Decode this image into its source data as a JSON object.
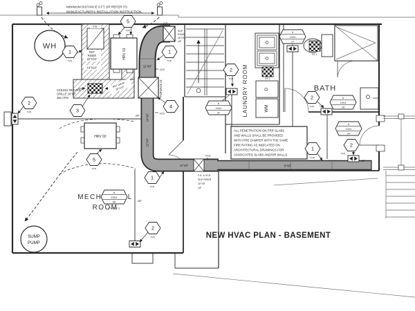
{
  "drawing": {
    "title": "NEW HVAC PLAN - BASEMENT",
    "top_note_line1": "MINIMUM DISTANCE 6 FT OR REFER TO",
    "top_note_line2": "MANUFACTURER'S INSTALLATION INSTRUCTION."
  },
  "rooms": {
    "water_heater": "WH",
    "mechanical_line1": "MECHANICAL",
    "mechanical_line2": "ROOM",
    "sump_line1": "SUMP",
    "sump_line2": "PUMP",
    "laundry": "LAUNDRY ROOM",
    "bath": "BATH"
  },
  "equipment": {
    "hrv01": "HRV 01",
    "hrv02": "HRV 02",
    "furnace": "FURNACE 01",
    "ef1_laundry": "EF-1",
    "ef1_bath": "EF-1",
    "dryer": "D",
    "washer": "WM"
  },
  "notes_box": {
    "line1": "ALL PENETRATION ON FRR SLABS",
    "line2": "AND WALLS SHALL BE PROVIDED",
    "line3": "WITH FIRE DAMPER  WITH THE SAME",
    "line4": "FIRE RATING AS INDICATED ON",
    "line5": "ARCHITECTURAL DRAWINGS FOR",
    "line6": "ASSOCIATED SLABS AND/OR WALLS."
  },
  "annotations": {
    "grille_line1": "CEILING RETURN",
    "grille_line2": "GRILLE 16\"X8\"",
    "grille_line3": "394 CFM",
    "ret_riser_line1": "RET",
    "ret_riser_line2": "RISER",
    "ret_riser_line3": "22\"X10\"",
    "ret_riser_line4": "14\"X10\"",
    "ret_drop_line1": "RET DROP",
    "ret_drop_line2": "20\"X10\"",
    "sup_riser_top_line1": "SUP",
    "sup_riser_top_line2": "RISER",
    "sup_riser_top_line3": "16\"X12\"",
    "sup_riser_top_line4": "UP",
    "sup_riser_mid_line1": "F.D. & VCD",
    "sup_riser_mid_line2": "SUP RISER",
    "sup_riser_mid_line3": "10\"X8\"",
    "sup_riser_mid_line4": "UP",
    "lw": "L/W"
  },
  "duct_labels": {
    "d22x8": "22\"X8\"",
    "d14x8": "14\"X8\"",
    "d12x8_vert": "12\"X8\"",
    "d12x8_horiz": "12\"X8\"",
    "d8x8": "8\"X8\"",
    "dia6_left": "Ø6\"",
    "dia6_mech": "Ø6\"",
    "dia6_east": "Ø6\""
  },
  "damper_labels": {
    "fd_chimney": "F.D.",
    "fd_top": "F.D.",
    "vcd_top": "VCD",
    "vcd_mid": "VCD",
    "vcd_run": "VCD"
  },
  "tags": [
    {
      "letter": "A",
      "size": "10X4",
      "cfm": "37",
      "suffix": ""
    },
    {
      "letter": "A",
      "size": "10X4",
      "cfm": "17",
      "suffix": ""
    },
    {
      "letter": "A",
      "size": "10X4",
      "cfm": "29",
      "suffix": ""
    },
    {
      "letter": "A",
      "size": "10X4",
      "cfm": "94",
      "suffix": ""
    },
    {
      "letter": "A",
      "size": "10X4",
      "cfm": "68",
      "suffix": "TYP. OF 2"
    }
  ],
  "callouts": [
    {
      "n": "5",
      "typ": "TYP."
    },
    {
      "n": "1",
      "typ": "TYP."
    },
    {
      "n": "1",
      "typ": "TYP."
    },
    {
      "n": "4",
      "typ": ""
    },
    {
      "n": "3",
      "typ": ""
    },
    {
      "n": "5",
      "typ": "TYP."
    },
    {
      "n": "2",
      "typ": "TYP."
    },
    {
      "n": "2",
      "typ": "TYP."
    },
    {
      "n": "2",
      "typ": "TYP."
    },
    {
      "n": "1",
      "typ": "TYP."
    },
    {
      "n": "2",
      "typ": "TYP."
    },
    {
      "n": "1",
      "typ": "TYP."
    },
    {
      "n": "2",
      "typ": "TYP."
    }
  ]
}
